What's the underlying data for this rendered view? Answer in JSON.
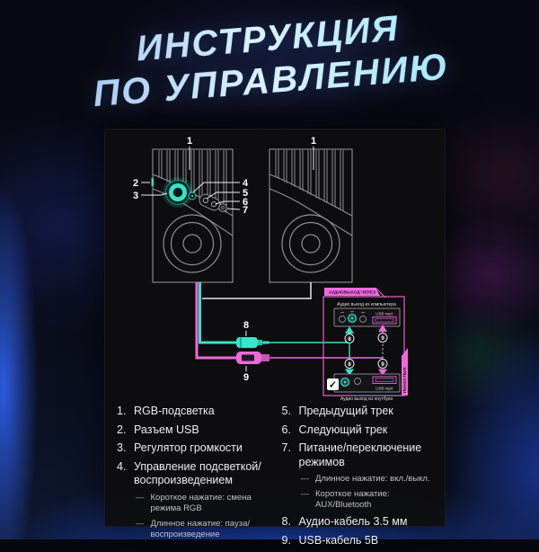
{
  "title": {
    "line1": "ИНСТРУКЦИЯ",
    "line2": "ПО УПРАВЛЕНИЮ"
  },
  "colors": {
    "accent_cyan": "#38e2c8",
    "accent_pink": "#ee6adc",
    "panel_bg": "#0d0d10",
    "line_gray": "#8f8f96"
  },
  "diagram": {
    "callouts": {
      "c1": "1",
      "c2": "2",
      "c3": "3",
      "c4": "4",
      "c5": "5",
      "c6": "6",
      "c7": "7",
      "c8": "8",
      "c9": "9"
    },
    "connection": {
      "tag": "АУДИОВЫХОД ЧЕРЕЗ",
      "top_device_label": "Аудио выход из компьютера",
      "usb_port_label": "USB порт",
      "bottom_device_label": "Аудио выход из ноутбука",
      "ribbon_label": "ПК/НОУТБУК",
      "checkmark": "✓"
    }
  },
  "legend": {
    "dash": "—",
    "left": [
      {
        "num": "1.",
        "label": "RGB-подсветка"
      },
      {
        "num": "2.",
        "label": "Разъем USB"
      },
      {
        "num": "3.",
        "label": "Регулятор громкости"
      },
      {
        "num": "4.",
        "label": "Управление подсветкой/воспроизведением",
        "subs": [
          "Короткое нажатие: смена режима RGB",
          "Длинное нажатие: пауза/воспроизведение"
        ]
      }
    ],
    "right": [
      {
        "num": "5.",
        "label": "Предыдущий трек"
      },
      {
        "num": "6.",
        "label": "Следующий трек"
      },
      {
        "num": "7.",
        "label": "Питание/переключение режимов",
        "subs": [
          "Длинное нажатие: вкл./выкл.",
          "Короткое нажатие: AUX/Bluetooth"
        ]
      },
      {
        "num": "8.",
        "label": "Аудио-кабель 3.5 мм"
      },
      {
        "num": "9.",
        "label": "USB-кабель 5В"
      }
    ]
  }
}
